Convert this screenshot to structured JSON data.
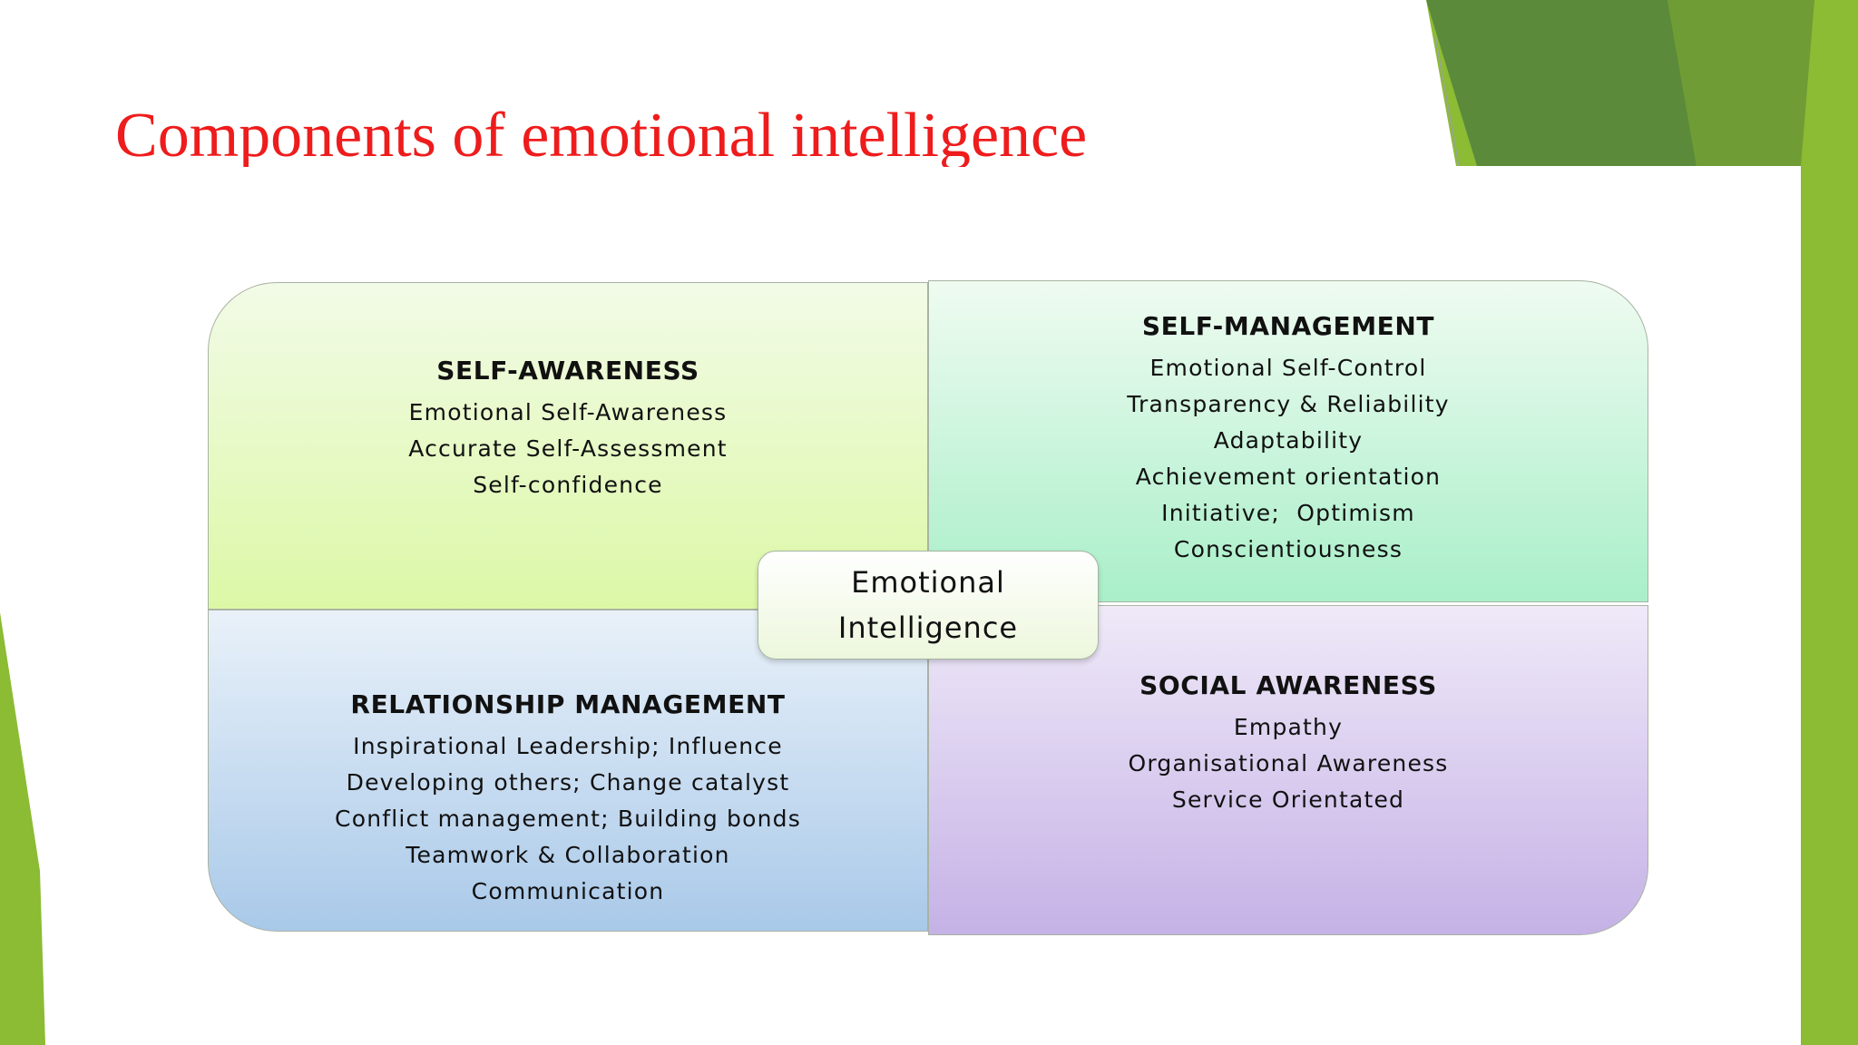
{
  "slide": {
    "title": "Components of emotional intelligence"
  },
  "diagram": {
    "center_lines": [
      "Emotional",
      "Intelligence"
    ],
    "quadrants": [
      {
        "heading": "SELF-AWARENESS",
        "items": [
          "Emotional Self-Awareness",
          "Accurate Self-Assessment",
          "Self-confidence"
        ]
      },
      {
        "heading": "SELF-MANAGEMENT",
        "items": [
          "Emotional Self-Control",
          "Transparency & Reliability",
          "Adaptability",
          "Achievement orientation",
          "Initiative;  Optimism",
          "Conscientiousness"
        ]
      },
      {
        "heading": "RELATIONSHIP MANAGEMENT",
        "items": [
          "Inspirational Leadership; Influence",
          "Developing others; Change catalyst",
          "Conflict management; Building bonds",
          "Teamwork & Collaboration",
          "Communication"
        ]
      },
      {
        "heading": "SOCIAL AWARENESS",
        "items": [
          "Empathy",
          "Organisational Awareness",
          "Service Orientated"
        ]
      }
    ]
  },
  "colors": {
    "title": "#ee1c1c",
    "accent_dark_green": "#5a8a3a",
    "accent_light_green": "#8cbb34",
    "self_awareness_fill": "#dcf8a6",
    "self_management_fill": "#a9efc9",
    "relationship_management_fill": "#a9c9e9",
    "social_awareness_fill": "#c5b2e6"
  }
}
